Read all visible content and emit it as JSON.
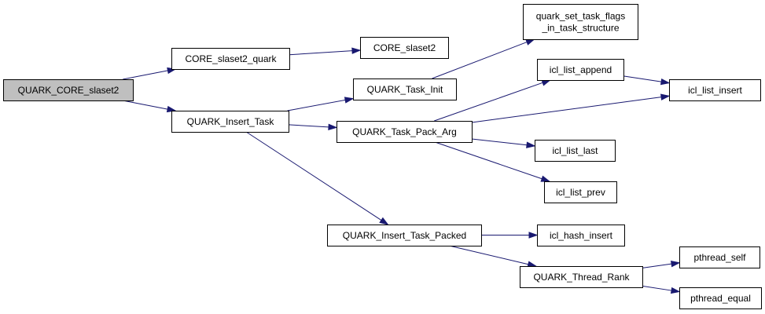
{
  "colors": {
    "root_fill": "#bfbfbf",
    "node_fill": "#ffffff",
    "edge": "#191970"
  },
  "nodes": {
    "n1": {
      "label_lines": [
        "QUARK_CORE_slaset2"
      ]
    },
    "n2": {
      "label_lines": [
        "CORE_slaset2_quark"
      ]
    },
    "n3": {
      "label_lines": [
        "CORE_slaset2"
      ]
    },
    "n4": {
      "label_lines": [
        "QUARK_Insert_Task"
      ]
    },
    "n5": {
      "label_lines": [
        "QUARK_Task_Init"
      ]
    },
    "n6": {
      "label_lines": [
        "quark_set_task_flags",
        "_in_task_structure"
      ]
    },
    "n7": {
      "label_lines": [
        "QUARK_Task_Pack_Arg"
      ]
    },
    "n8": {
      "label_lines": [
        "icl_list_append"
      ]
    },
    "n9": {
      "label_lines": [
        "icl_list_insert"
      ]
    },
    "n10": {
      "label_lines": [
        "icl_list_last"
      ]
    },
    "n11": {
      "label_lines": [
        "icl_list_prev"
      ]
    },
    "n12": {
      "label_lines": [
        "QUARK_Insert_Task_Packed"
      ]
    },
    "n13": {
      "label_lines": [
        "icl_hash_insert"
      ]
    },
    "n14": {
      "label_lines": [
        "QUARK_Thread_Rank"
      ]
    },
    "n15": {
      "label_lines": [
        "pthread_self"
      ]
    },
    "n16": {
      "label_lines": [
        "pthread_equal"
      ]
    }
  },
  "edges": [
    [
      "n1",
      "n2"
    ],
    [
      "n1",
      "n4"
    ],
    [
      "n2",
      "n3"
    ],
    [
      "n4",
      "n5"
    ],
    [
      "n4",
      "n7"
    ],
    [
      "n4",
      "n12"
    ],
    [
      "n5",
      "n6"
    ],
    [
      "n7",
      "n8"
    ],
    [
      "n7",
      "n9"
    ],
    [
      "n7",
      "n10"
    ],
    [
      "n7",
      "n11"
    ],
    [
      "n8",
      "n9"
    ],
    [
      "n12",
      "n13"
    ],
    [
      "n12",
      "n14"
    ],
    [
      "n14",
      "n15"
    ],
    [
      "n14",
      "n16"
    ]
  ]
}
